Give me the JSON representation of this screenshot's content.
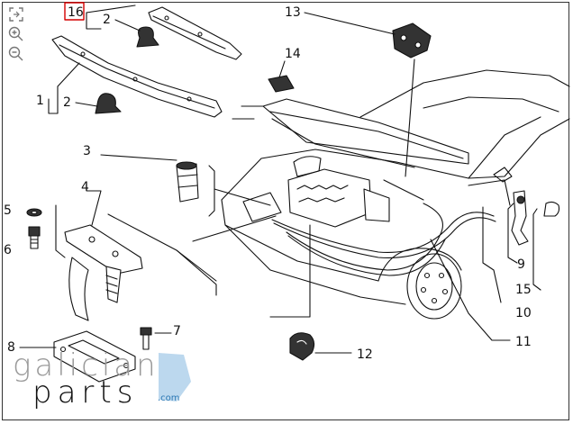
{
  "diagram": {
    "callouts": [
      "16",
      "2",
      "13",
      "14",
      "1",
      "2",
      "3",
      "4",
      "5",
      "6",
      "7",
      "8",
      "9",
      "10",
      "11",
      "12",
      "15"
    ],
    "highlighted_callout": "16"
  },
  "toolbar": {
    "fit_icon": "fit-to-screen-icon",
    "zoom_in_icon": "zoom-in-icon",
    "zoom_out_icon": "zoom-out-icon"
  },
  "watermark": {
    "top": "galician",
    "bottom": "parts",
    "suffix": ".com",
    "accent": "#bcd8ee"
  },
  "colors": {
    "ink": "#111111",
    "highlight": "#d40000"
  }
}
